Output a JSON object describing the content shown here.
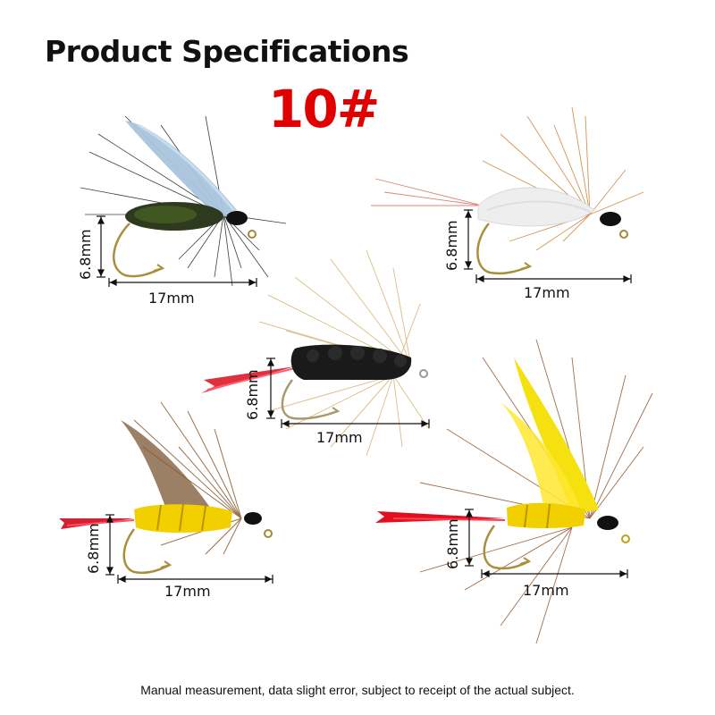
{
  "header": {
    "title": "Product Specifications",
    "size": "10#",
    "size_color": "#e00000"
  },
  "flies": [
    {
      "id": "fly-1",
      "description": "black hackle fly with pale blue wing and green peacock body",
      "height_label": "6.8mm",
      "length_label": "17mm"
    },
    {
      "id": "fly-2",
      "description": "white wing fly with ginger hackle and red tail",
      "height_label": "6.8mm",
      "length_label": "17mm"
    },
    {
      "id": "fly-3",
      "description": "black chenille body fly with tan hackle and red tail",
      "height_label": "6.8mm",
      "length_label": "17mm"
    },
    {
      "id": "fly-4",
      "description": "yellow body fly with mottled brown wing and red tail",
      "height_label": "6.8mm",
      "length_label": "17mm"
    },
    {
      "id": "fly-5",
      "description": "yellow body fly with yellow wing, brown hackle and red tail",
      "height_label": "6.8mm",
      "length_label": "17mm"
    }
  ],
  "footnote": "Manual measurement, data slight error, subject to receipt of the actual subject."
}
